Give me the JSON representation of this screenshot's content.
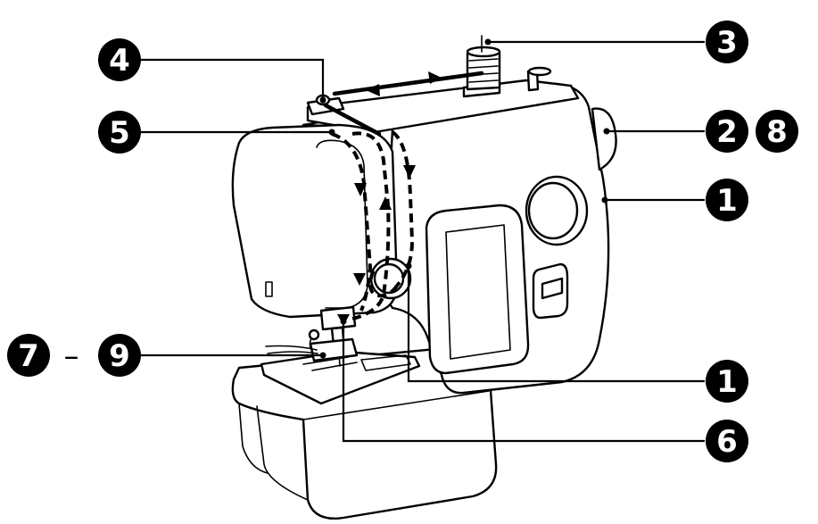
{
  "diagram": {
    "callouts": [
      {
        "id": "c1a",
        "label": "1"
      },
      {
        "id": "c1b",
        "label": "1"
      },
      {
        "id": "c2",
        "label": "2"
      },
      {
        "id": "c8",
        "label": "8"
      },
      {
        "id": "c3",
        "label": "3"
      },
      {
        "id": "c4",
        "label": "4"
      },
      {
        "id": "c5",
        "label": "5"
      },
      {
        "id": "c6",
        "label": "6"
      },
      {
        "id": "c7",
        "label": "7"
      },
      {
        "id": "c9",
        "label": "9"
      }
    ],
    "range_separator": "–"
  },
  "colors": {
    "ink": "#000000",
    "paper": "#ffffff"
  }
}
